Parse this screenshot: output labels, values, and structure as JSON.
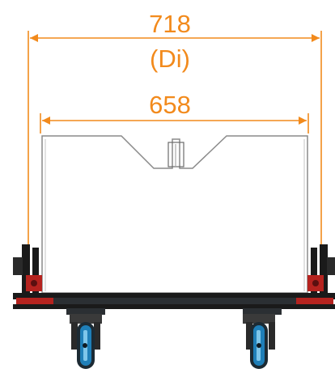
{
  "dimensions": {
    "outer": {
      "value": "718",
      "note": "(Di)"
    },
    "inner": {
      "value": "658"
    }
  },
  "colors": {
    "dimension": "#f28a1c",
    "outline": "#8a8a8a",
    "frame": "#1a1a1a",
    "bracket_red": "#b5231f",
    "wheel_blue": "#1f7fb8",
    "wheel_dark": "#1c2a33"
  }
}
